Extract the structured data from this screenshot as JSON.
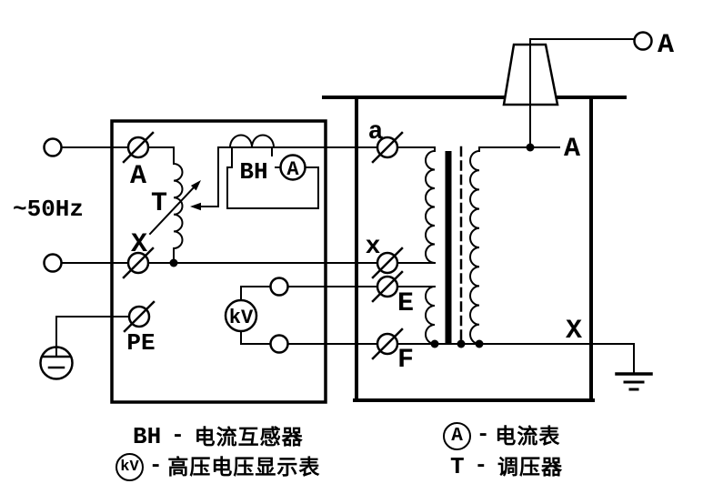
{
  "colors": {
    "ink": "#000000",
    "background": "#ffffff"
  },
  "source": {
    "frequency_label": "~50Hz"
  },
  "control_box": {
    "terminal_a": "A",
    "terminal_x": "X",
    "terminal_pe": "PE",
    "regulator": "T",
    "current_transformer": "BH",
    "ct_ammeter": "A",
    "kv_meter": "kV"
  },
  "transformer_box": {
    "terminal_a": "a",
    "terminal_x": "x",
    "terminal_e": "E",
    "terminal_f": "F",
    "hv_terminal": "A",
    "lv_terminal": "X"
  },
  "external": {
    "hv_ammeter_terminal": "A"
  },
  "legend": {
    "rows": [
      {
        "symbol": "BH",
        "sep": "-",
        "desc": "电流互感器"
      },
      {
        "symbol": "kV",
        "sep": "-",
        "desc": "高压电压显示表"
      },
      {
        "symbol": "A",
        "sep": "-",
        "desc": "电流表"
      },
      {
        "symbol": "T",
        "sep": "-",
        "desc": "调压器"
      }
    ]
  }
}
